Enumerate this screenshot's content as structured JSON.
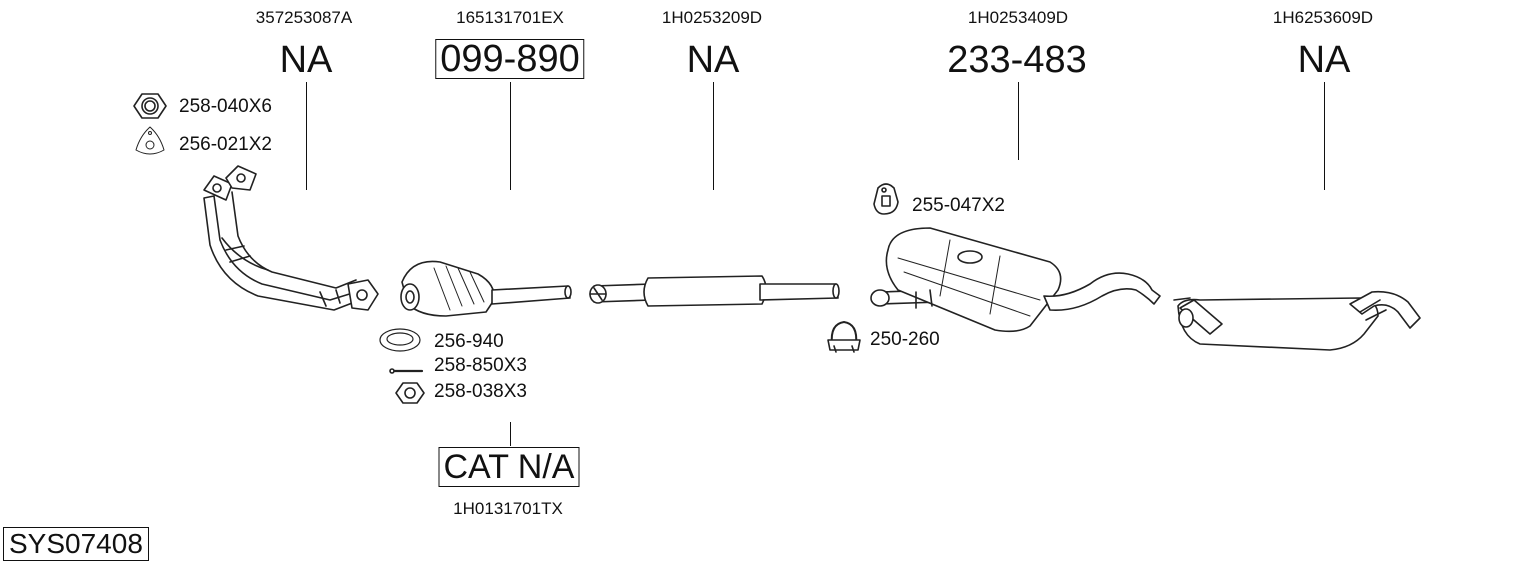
{
  "system_code": "SYS07408",
  "parts": [
    {
      "oem": "357253087A",
      "ref": "NA",
      "boxed": false
    },
    {
      "oem": "165131701EX",
      "ref": "099-890",
      "boxed": true
    },
    {
      "oem": "1H0253209D",
      "ref": "NA",
      "boxed": false
    },
    {
      "oem": "1H0253409D",
      "ref": "233-483",
      "boxed": false
    },
    {
      "oem": "1H6253609D",
      "ref": "NA",
      "boxed": false
    }
  ],
  "cat": {
    "ref": "CAT N/A",
    "oem": "1H0131701TX"
  },
  "accessories": {
    "nut_258_040": "258-040X6",
    "gasket_256_021": "256-021X2",
    "ring_256_940": "256-940",
    "bolt_258_850": "258-850X3",
    "nut_258_038": "258-038X3",
    "hanger_255_047": "255-047X2",
    "clamp_250_260": "250-260"
  }
}
